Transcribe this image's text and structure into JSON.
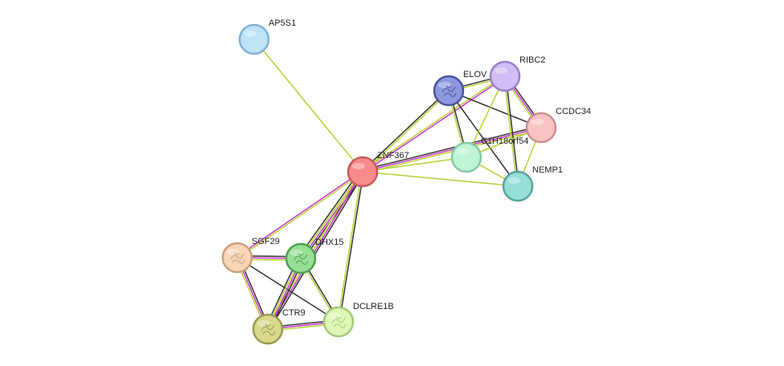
{
  "nodes": [
    {
      "id": "AP5S1",
      "label": "AP5S1",
      "color": "#bfe3f7",
      "stroke": "#7fb2d3",
      "structure": false
    },
    {
      "id": "ZNF367",
      "label": "ZNF367",
      "color": "#f98b8b",
      "stroke": "#c85a5a",
      "structure": false
    },
    {
      "id": "ELOV",
      "label": "ELOV",
      "color": "#8e97de",
      "stroke": "#4a559c",
      "structure": true
    },
    {
      "id": "RIBC2",
      "label": "RIBC2",
      "color": "#d2bdf5",
      "stroke": "#9a7fc9",
      "structure": false
    },
    {
      "id": "CCDC34",
      "label": "CCDC34",
      "color": "#f7c3c3",
      "stroke": "#c98f8f",
      "structure": false
    },
    {
      "id": "C1H18orf54",
      "label": "C1H18orf54",
      "color": "#bff5d6",
      "stroke": "#86c9a3",
      "structure": false
    },
    {
      "id": "NEMP1",
      "label": "NEMP1",
      "color": "#97ded6",
      "stroke": "#5aa39a",
      "structure": false
    },
    {
      "id": "SGF29",
      "label": "SGF29",
      "color": "#f7d5b5",
      "stroke": "#c9a27c",
      "structure": true
    },
    {
      "id": "DHX15",
      "label": "DHX15",
      "color": "#97df97",
      "stroke": "#4fa04f",
      "structure": true
    },
    {
      "id": "CTR9",
      "label": "CTR9",
      "color": "#d9d98c",
      "stroke": "#9a9a4f",
      "structure": true
    },
    {
      "id": "DCLRE1B",
      "label": "DCLRE1B",
      "color": "#dff7b5",
      "stroke": "#a3c97c",
      "structure": true
    }
  ],
  "edges": [
    {
      "source": "AP5S1",
      "target": "ZNF367",
      "colors": [
        "#b5d334"
      ]
    },
    {
      "source": "ZNF367",
      "target": "ELOV",
      "colors": [
        "#333333",
        "#b5d334"
      ]
    },
    {
      "source": "ZNF367",
      "target": "RIBC2",
      "colors": [
        "#b5d334",
        "#cc33cc"
      ]
    },
    {
      "source": "ZNF367",
      "target": "CCDC34",
      "colors": [
        "#333333",
        "#cc33cc",
        "#b5d334"
      ]
    },
    {
      "source": "ZNF367",
      "target": "C1H18orf54",
      "colors": [
        "#b5d334"
      ]
    },
    {
      "source": "ZNF367",
      "target": "NEMP1",
      "colors": [
        "#b5d334"
      ]
    },
    {
      "source": "ZNF367",
      "target": "SGF29",
      "colors": [
        "#b5d334",
        "#cc33cc"
      ]
    },
    {
      "source": "ZNF367",
      "target": "DHX15",
      "colors": [
        "#333333",
        "#cc33cc",
        "#b5d334",
        "#333333"
      ]
    },
    {
      "source": "ZNF367",
      "target": "CTR9",
      "colors": [
        "#333333",
        "#cc33cc",
        "#b5d334"
      ]
    },
    {
      "source": "ZNF367",
      "target": "DCLRE1B",
      "colors": [
        "#333333",
        "#b5d334"
      ]
    },
    {
      "source": "ELOV",
      "target": "RIBC2",
      "colors": [
        "#333333",
        "#b5d334"
      ]
    },
    {
      "source": "ELOV",
      "target": "CCDC34",
      "colors": [
        "#333333"
      ]
    },
    {
      "source": "ELOV",
      "target": "C1H18orf54",
      "colors": [
        "#333333",
        "#b5d334"
      ]
    },
    {
      "source": "ELOV",
      "target": "NEMP1",
      "colors": [
        "#333333"
      ]
    },
    {
      "source": "RIBC2",
      "target": "CCDC34",
      "colors": [
        "#333333",
        "#cc33cc",
        "#b5d334"
      ]
    },
    {
      "source": "RIBC2",
      "target": "C1H18orf54",
      "colors": [
        "#b5d334"
      ]
    },
    {
      "source": "RIBC2",
      "target": "NEMP1",
      "colors": [
        "#333333",
        "#b5d334"
      ]
    },
    {
      "source": "CCDC34",
      "target": "C1H18orf54",
      "colors": [
        "#b5d334"
      ]
    },
    {
      "source": "CCDC34",
      "target": "NEMP1",
      "colors": [
        "#b5d334"
      ]
    },
    {
      "source": "C1H18orf54",
      "target": "NEMP1",
      "colors": [
        "#b5d334"
      ]
    },
    {
      "source": "SGF29",
      "target": "DHX15",
      "colors": [
        "#333333",
        "#cc33cc",
        "#b5d334"
      ]
    },
    {
      "source": "SGF29",
      "target": "CTR9",
      "colors": [
        "#333333",
        "#cc33cc",
        "#b5d334"
      ]
    },
    {
      "source": "SGF29",
      "target": "DCLRE1B",
      "colors": [
        "#333333"
      ]
    },
    {
      "source": "DHX15",
      "target": "CTR9",
      "colors": [
        "#333333",
        "#cc33cc",
        "#b5d334",
        "#333333"
      ]
    },
    {
      "source": "DHX15",
      "target": "DCLRE1B",
      "colors": [
        "#333333",
        "#b5d334"
      ]
    },
    {
      "source": "CTR9",
      "target": "DCLRE1B",
      "colors": [
        "#333333",
        "#cc33cc",
        "#b5d334"
      ]
    }
  ]
}
